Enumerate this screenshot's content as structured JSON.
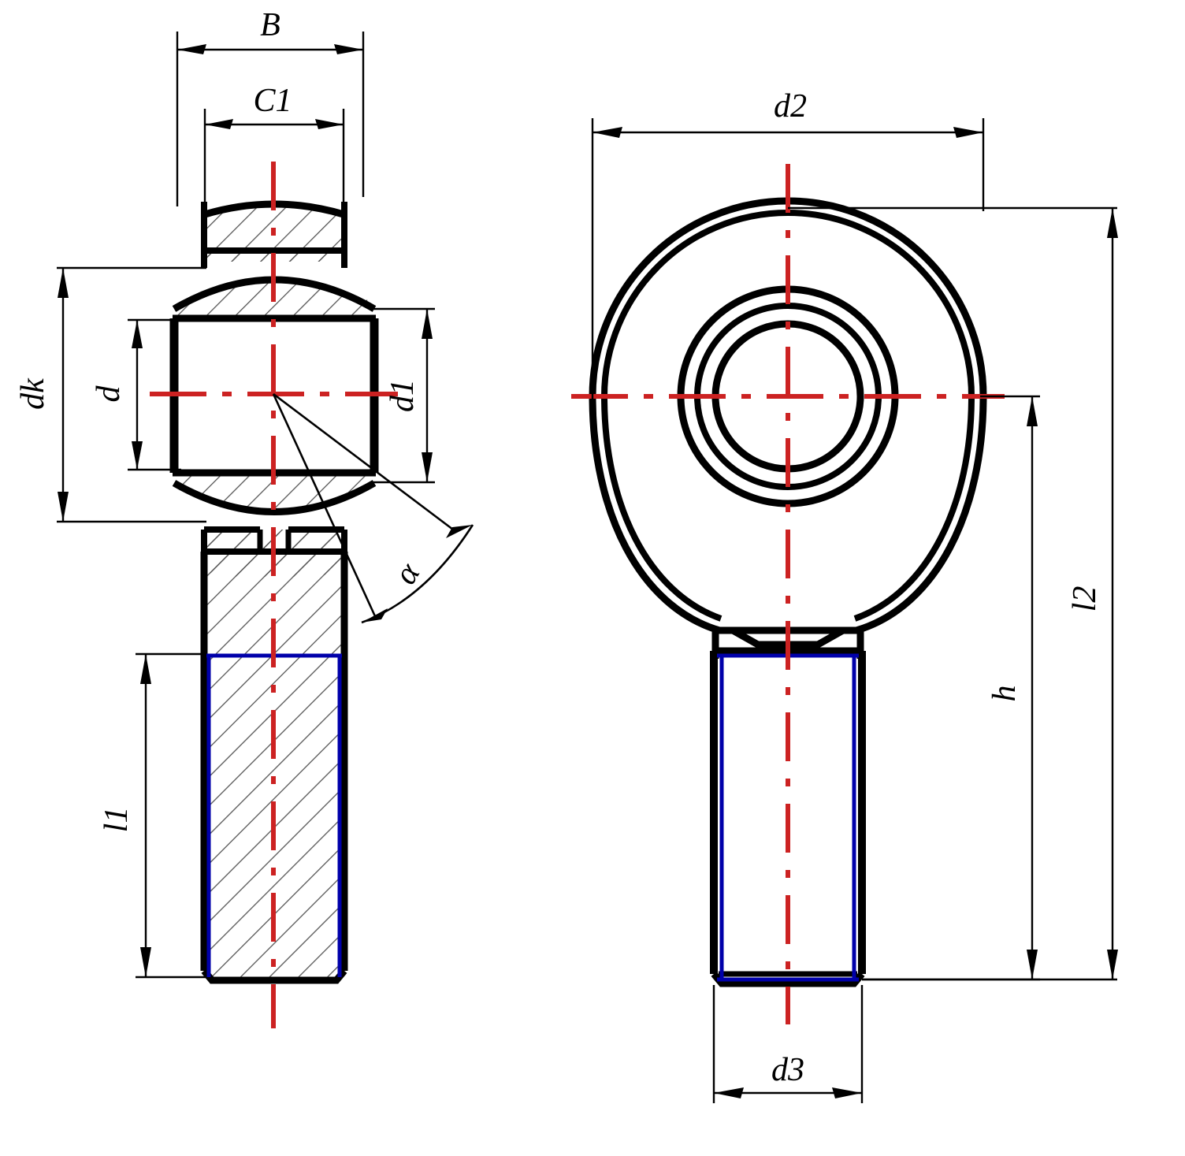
{
  "drawing": {
    "type": "engineering-drawing",
    "subject": "rod end spherical plain bearing with male threaded shank",
    "views": [
      {
        "name": "sectional-front-view",
        "position": "left"
      },
      {
        "name": "plan-view",
        "position": "right"
      }
    ],
    "line_colors": {
      "outline": "#000000",
      "hatch": "#555555",
      "centerline": "#cc2222",
      "thread_root": "#0000aa",
      "dimension": "#000000",
      "background": "#ffffff"
    }
  },
  "dimensions": {
    "B": {
      "label": "B",
      "view": "left",
      "orientation": "horizontal",
      "describes": "overall bearing width"
    },
    "C1": {
      "label": "C1",
      "view": "left",
      "orientation": "horizontal",
      "describes": "inner ring width"
    },
    "dk": {
      "label": "dk",
      "view": "left",
      "orientation": "vertical",
      "describes": "outer spherical diameter"
    },
    "d": {
      "label": "d",
      "view": "left",
      "orientation": "vertical",
      "describes": "bore diameter"
    },
    "d1": {
      "label": "d1",
      "view": "left",
      "orientation": "vertical",
      "describes": "outer race diameter"
    },
    "alpha": {
      "label": "α",
      "view": "left",
      "orientation": "angular",
      "describes": "misalignment angle"
    },
    "l1": {
      "label": "l1",
      "view": "left",
      "orientation": "vertical",
      "describes": "thread length"
    },
    "d2": {
      "label": "d2",
      "view": "right",
      "orientation": "horizontal",
      "describes": "head outer diameter"
    },
    "d3": {
      "label": "d3",
      "view": "right",
      "orientation": "horizontal",
      "describes": "shank thread diameter"
    },
    "h": {
      "label": "h",
      "view": "right",
      "orientation": "vertical",
      "describes": "centre to shank end"
    },
    "l2": {
      "label": "l2",
      "view": "right",
      "orientation": "vertical",
      "describes": "overall length"
    }
  }
}
